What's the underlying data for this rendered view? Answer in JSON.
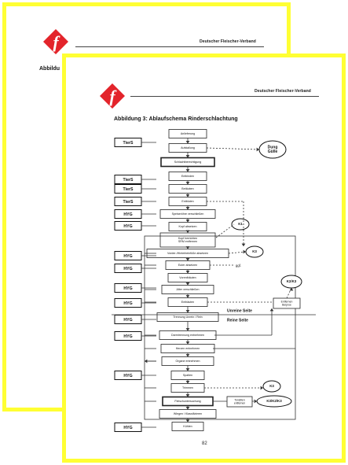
{
  "back_page": {
    "header": "Deutscher Fleischer-Verband",
    "title_fragment": "Abbildu"
  },
  "front_page": {
    "header": "Deutscher Fleischer-Verband",
    "title": "Abbildung 3: Ablaufschema Rinderschlachtung",
    "page_number": "82"
  },
  "colors": {
    "highlight_border": "#ffff33",
    "logo_red": "#e3242b"
  },
  "flow": {
    "steps": [
      "Anlieferung",
      "Aufstallung",
      "Schlachtberechtigung",
      "Entbinden",
      "Betäuben",
      "Entbluten",
      "Speiseröhre verschließen",
      "Kopf absetzen",
      "Kopf herrichten",
      "SRM entfernen",
      "Vorder-/Hinterbeinfüße absetzen",
      "Euter absetzen",
      "Vorenthäuten",
      "After verschließen",
      "Enthäuten",
      "Trennung Unrein / Rein",
      "Darmtrennung entnehmen",
      "Herzen entnehmen",
      "Organe entnehmen",
      "Spalten",
      "Trimmen",
      "Fleischuntersuchung",
      "Wiegen / Klassifizieren",
      "Kühlen"
    ],
    "left_tags": [
      "TierS",
      "TierS",
      "TierS",
      "TierS",
      "HYG",
      "HYG",
      "HYG",
      "HYG",
      "HYG",
      "HYG",
      "HYG",
      "HYG",
      "HYG",
      "HYG"
    ],
    "ovals": [
      "Dung\nGülle",
      "K1",
      "K3",
      "K2/K3",
      "K3",
      "K3/K2/K3"
    ],
    "side_boxes": [
      "Entfernen\nBeiproe",
      "Tonsillen\nentfernen"
    ],
    "side_labels": [
      "ggf."
    ],
    "zones": [
      "Unreine Seite",
      "Reine Seite"
    ]
  }
}
